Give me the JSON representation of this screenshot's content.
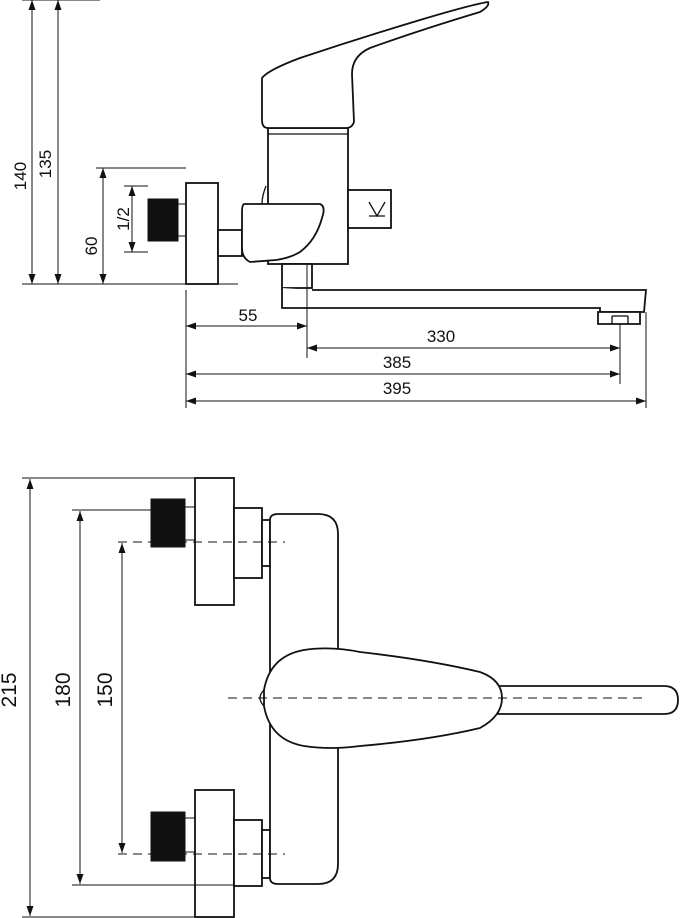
{
  "side_view": {
    "dims": {
      "h140": "140",
      "h135": "135",
      "h60": "60",
      "thread": "1/2",
      "d55": "55",
      "d330": "330",
      "d385": "385",
      "d395": "395"
    }
  },
  "top_view": {
    "dims": {
      "v215": "215",
      "v180": "180",
      "v150": "150"
    }
  }
}
